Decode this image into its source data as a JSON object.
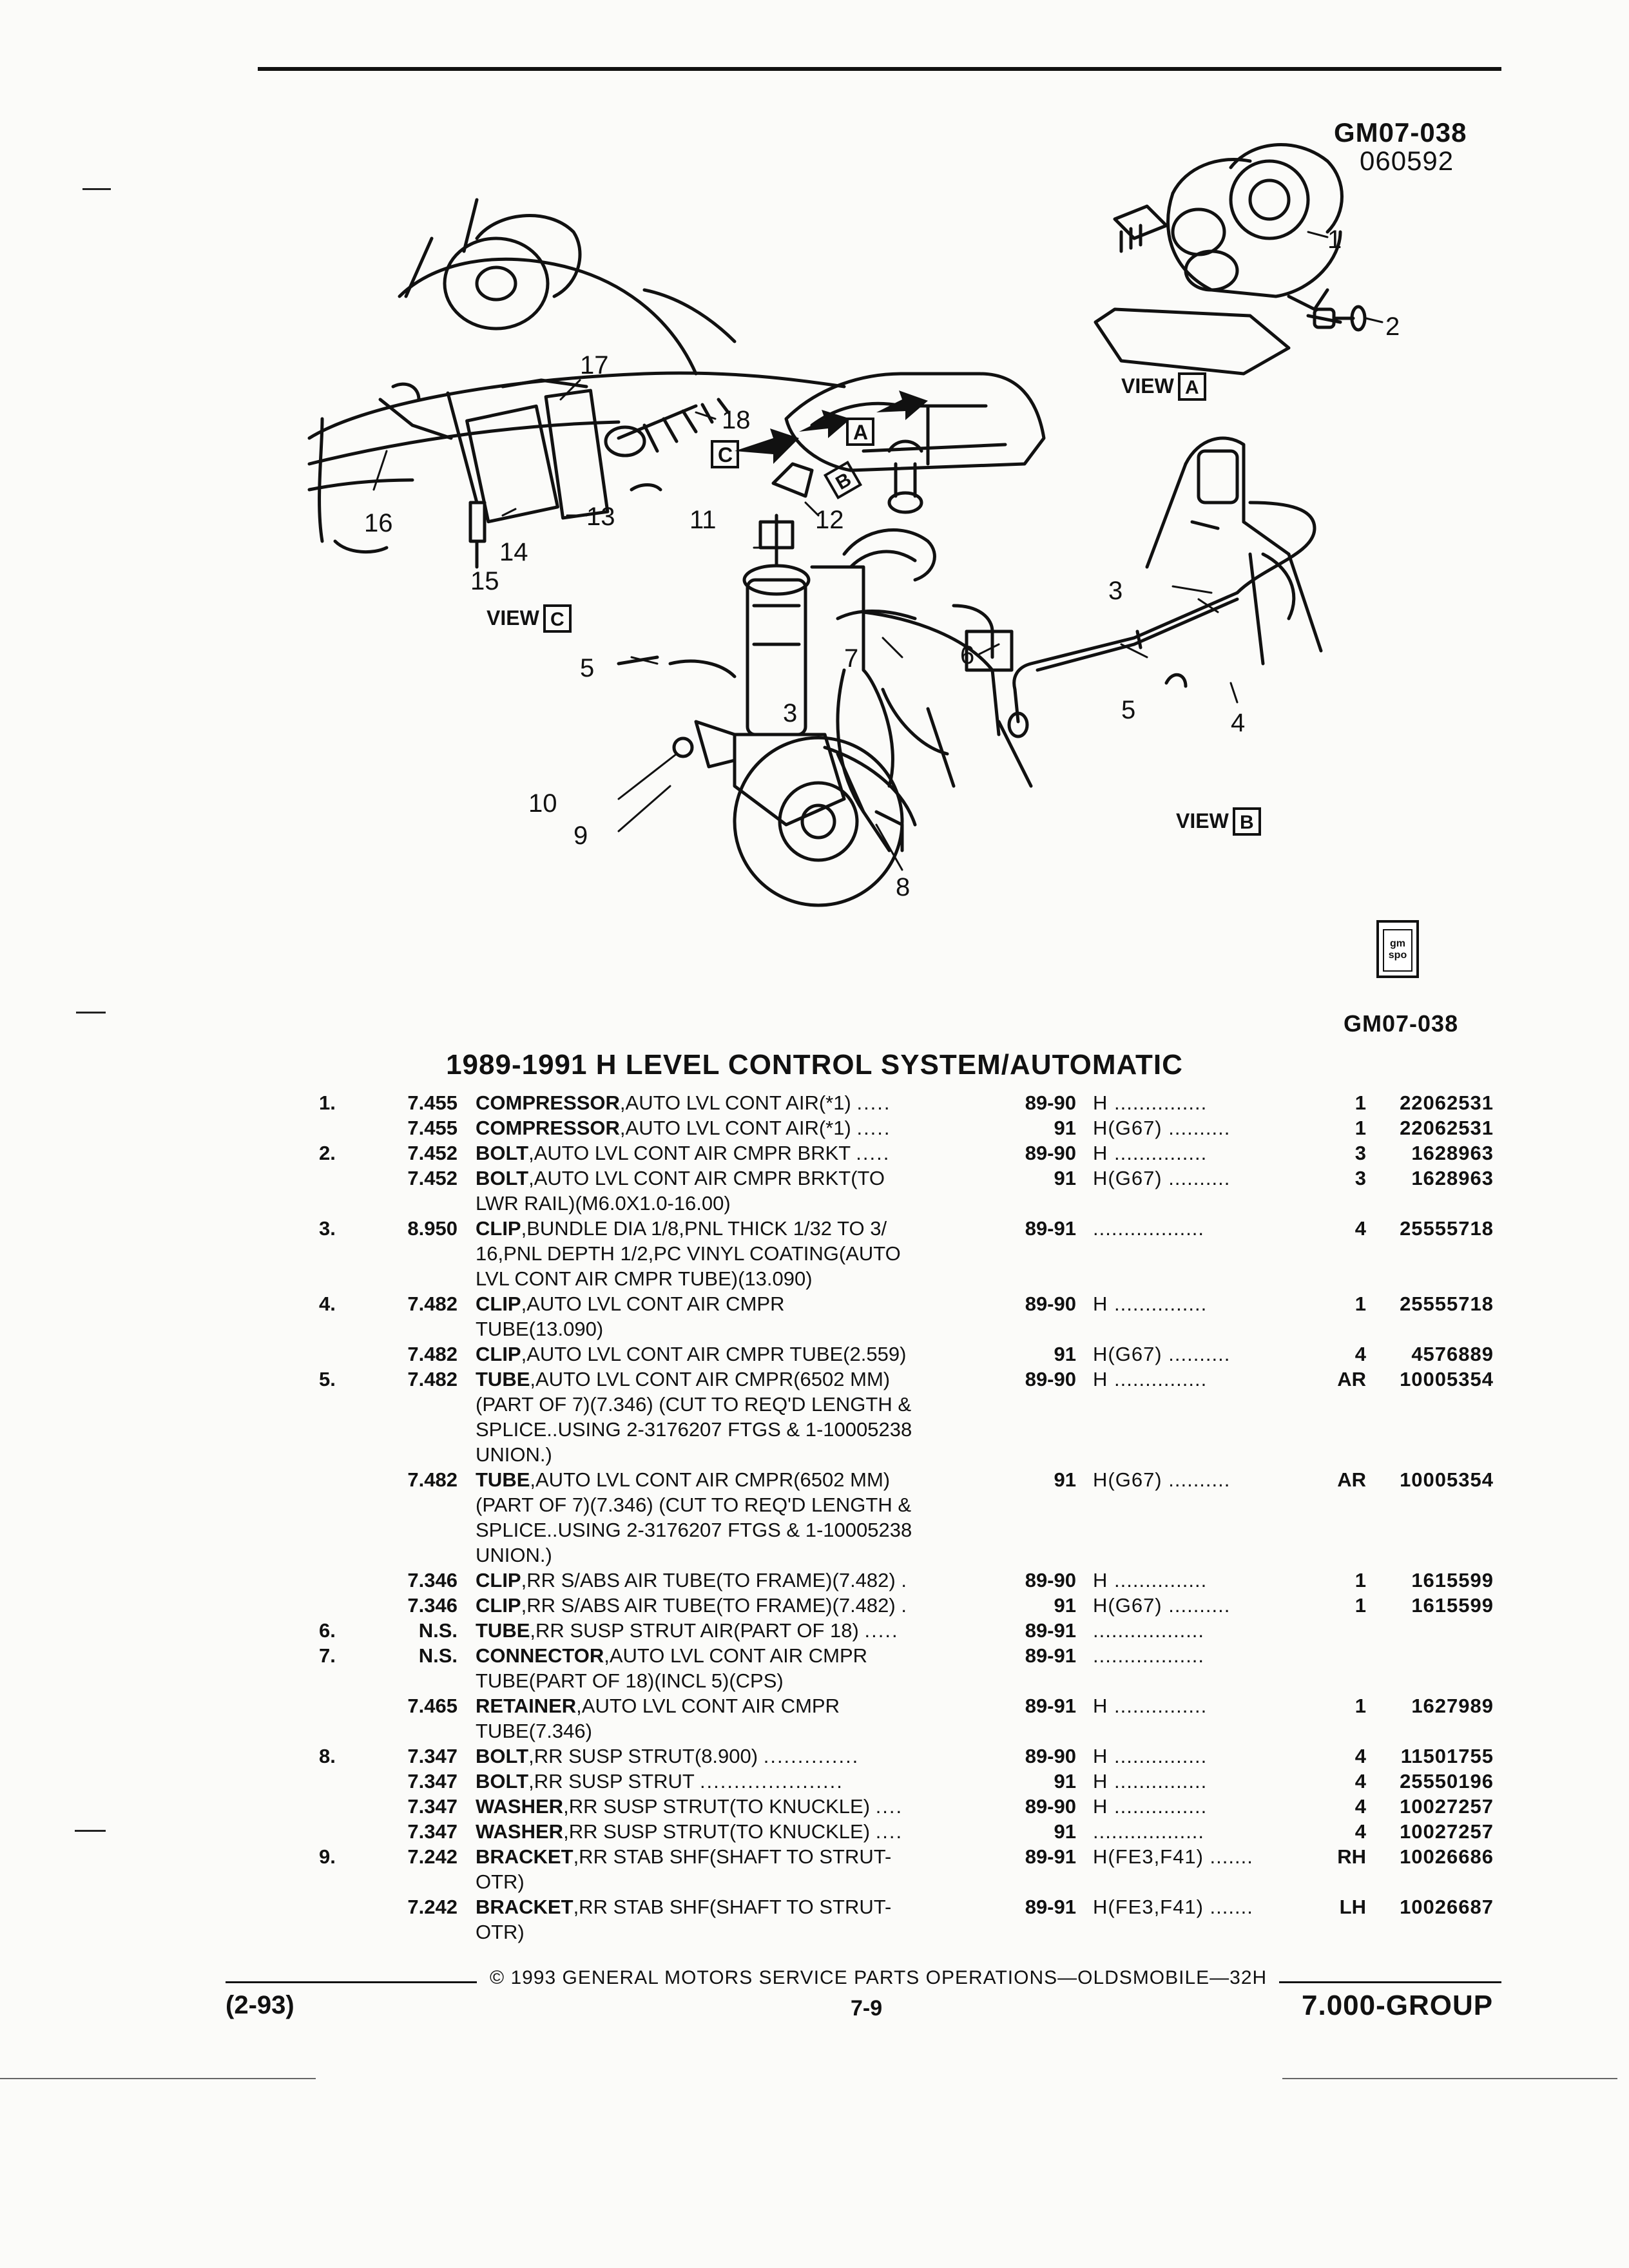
{
  "header": {
    "figure_code": "GM07-038",
    "figure_date": "060592"
  },
  "diagram": {
    "views": [
      "VIEW",
      "VIEW",
      "VIEW"
    ],
    "view_letters": [
      "A",
      "B",
      "C"
    ],
    "callouts": [
      "1",
      "2",
      "3",
      "3",
      "4",
      "5",
      "5",
      "6",
      "7",
      "8",
      "9",
      "10",
      "11",
      "12",
      "13",
      "14",
      "15",
      "16",
      "17",
      "18"
    ]
  },
  "logo_text": "gm spo",
  "figure_ref_bottom": "GM07-038",
  "section_title": "1989-1991 H LEVEL CONTROL SYSTEM/AUTOMATIC",
  "parts": [
    {
      "item": "1.",
      "group": "7.455",
      "name": "COMPRESSOR",
      "desc": ",AUTO LVL CONT AIR(*1)",
      "dots": ".....",
      "years": "89-90",
      "series": "H ...............",
      "qty": "1",
      "part": "22062531"
    },
    {
      "item": "",
      "group": "7.455",
      "name": "COMPRESSOR",
      "desc": ",AUTO LVL CONT AIR(*1)",
      "dots": ".....",
      "years": "91",
      "series": "H(G67) ..........",
      "qty": "1",
      "part": "22062531"
    },
    {
      "item": "2.",
      "group": "7.452",
      "name": "BOLT",
      "desc": ",AUTO LVL CONT AIR CMPR BRKT",
      "dots": ".....",
      "years": "89-90",
      "series": "H ...............",
      "qty": "3",
      "part": "1628963"
    },
    {
      "item": "",
      "group": "7.452",
      "name": "BOLT",
      "desc": ",AUTO LVL CONT AIR CMPR BRKT(TO",
      "dots": "",
      "years": "91",
      "series": "H(G67) ..........",
      "qty": "3",
      "part": "1628963"
    },
    {
      "item": "",
      "group": "",
      "name": "",
      "desc": "LWR RAIL)(M6.0X1.0-16.00)",
      "dots": "",
      "years": "",
      "series": "",
      "qty": "",
      "part": ""
    },
    {
      "item": "3.",
      "group": "8.950",
      "name": "CLIP",
      "desc": ",BUNDLE DIA 1/8,PNL THICK 1/32 TO 3/",
      "dots": "",
      "years": "89-91",
      "series": "..................",
      "qty": "4",
      "part": "25555718"
    },
    {
      "item": "",
      "group": "",
      "name": "",
      "desc": "16,PNL DEPTH 1/2,PC VINYL COATING(AUTO",
      "dots": "",
      "years": "",
      "series": "",
      "qty": "",
      "part": ""
    },
    {
      "item": "",
      "group": "",
      "name": "",
      "desc": "LVL CONT AIR CMPR TUBE)(13.090)",
      "dots": "",
      "years": "",
      "series": "",
      "qty": "",
      "part": ""
    },
    {
      "item": "4.",
      "group": "7.482",
      "name": "CLIP",
      "desc": ",AUTO LVL CONT AIR CMPR",
      "dots": "",
      "years": "89-90",
      "series": "H ...............",
      "qty": "1",
      "part": "25555718"
    },
    {
      "item": "",
      "group": "",
      "name": "",
      "desc": "TUBE(13.090)",
      "dots": "",
      "years": "",
      "series": "",
      "qty": "",
      "part": ""
    },
    {
      "item": "",
      "group": "7.482",
      "name": "CLIP",
      "desc": ",AUTO LVL CONT AIR CMPR TUBE(2.559)",
      "dots": "",
      "years": "91",
      "series": "H(G67) ..........",
      "qty": "4",
      "part": "4576889"
    },
    {
      "item": "5.",
      "group": "7.482",
      "name": "TUBE",
      "desc": ",AUTO LVL CONT AIR CMPR(6502 MM)",
      "dots": "",
      "years": "89-90",
      "series": "H ...............",
      "qty": "AR",
      "part": "10005354"
    },
    {
      "item": "",
      "group": "",
      "name": "",
      "desc": "(PART OF 7)(7.346) (CUT TO REQ'D LENGTH &",
      "dots": "",
      "years": "",
      "series": "",
      "qty": "",
      "part": ""
    },
    {
      "item": "",
      "group": "",
      "name": "",
      "desc": "SPLICE..USING 2-3176207 FTGS & 1-10005238",
      "dots": "",
      "years": "",
      "series": "",
      "qty": "",
      "part": ""
    },
    {
      "item": "",
      "group": "",
      "name": "",
      "desc": "UNION.)",
      "dots": "",
      "years": "",
      "series": "",
      "qty": "",
      "part": ""
    },
    {
      "item": "",
      "group": "7.482",
      "name": "TUBE",
      "desc": ",AUTO LVL CONT AIR CMPR(6502 MM)",
      "dots": "",
      "years": "91",
      "series": "H(G67) ..........",
      "qty": "AR",
      "part": "10005354"
    },
    {
      "item": "",
      "group": "",
      "name": "",
      "desc": "(PART OF 7)(7.346) (CUT TO REQ'D LENGTH &",
      "dots": "",
      "years": "",
      "series": "",
      "qty": "",
      "part": ""
    },
    {
      "item": "",
      "group": "",
      "name": "",
      "desc": "SPLICE..USING 2-3176207 FTGS & 1-10005238",
      "dots": "",
      "years": "",
      "series": "",
      "qty": "",
      "part": ""
    },
    {
      "item": "",
      "group": "",
      "name": "",
      "desc": "UNION.)",
      "dots": "",
      "years": "",
      "series": "",
      "qty": "",
      "part": ""
    },
    {
      "item": "",
      "group": "7.346",
      "name": "CLIP",
      "desc": ",RR S/ABS AIR TUBE(TO FRAME)(7.482)",
      "dots": ".",
      "years": "89-90",
      "series": "H ...............",
      "qty": "1",
      "part": "1615599"
    },
    {
      "item": "",
      "group": "7.346",
      "name": "CLIP",
      "desc": ",RR S/ABS AIR TUBE(TO FRAME)(7.482)",
      "dots": ".",
      "years": "91",
      "series": "H(G67) ..........",
      "qty": "1",
      "part": "1615599"
    },
    {
      "item": "6.",
      "group": "N.S.",
      "name": "TUBE",
      "desc": ",RR SUSP STRUT AIR(PART OF 18)",
      "dots": ".....",
      "years": "89-91",
      "series": "..................",
      "qty": "",
      "part": ""
    },
    {
      "item": "7.",
      "group": "N.S.",
      "name": "CONNECTOR",
      "desc": ",AUTO LVL CONT AIR CMPR",
      "dots": "",
      "years": "89-91",
      "series": "..................",
      "qty": "",
      "part": ""
    },
    {
      "item": "",
      "group": "",
      "name": "",
      "desc": "TUBE(PART OF 18)(INCL 5)(CPS)",
      "dots": "",
      "years": "",
      "series": "",
      "qty": "",
      "part": ""
    },
    {
      "item": "",
      "group": "7.465",
      "name": "RETAINER",
      "desc": ",AUTO LVL CONT AIR CMPR",
      "dots": "",
      "years": "89-91",
      "series": "H ...............",
      "qty": "1",
      "part": "1627989"
    },
    {
      "item": "",
      "group": "",
      "name": "",
      "desc": "TUBE(7.346)",
      "dots": "",
      "years": "",
      "series": "",
      "qty": "",
      "part": ""
    },
    {
      "item": "8.",
      "group": "7.347",
      "name": "BOLT",
      "desc": ",RR SUSP STRUT(8.900)",
      "dots": "..............",
      "years": "89-90",
      "series": "H ...............",
      "qty": "4",
      "part": "11501755"
    },
    {
      "item": "",
      "group": "7.347",
      "name": "BOLT",
      "desc": ",RR SUSP STRUT",
      "dots": ".....................",
      "years": "91",
      "series": "H ...............",
      "qty": "4",
      "part": "25550196"
    },
    {
      "item": "",
      "group": "7.347",
      "name": "WASHER",
      "desc": ",RR SUSP STRUT(TO KNUCKLE)",
      "dots": "....",
      "years": "89-90",
      "series": "H ...............",
      "qty": "4",
      "part": "10027257"
    },
    {
      "item": "",
      "group": "7.347",
      "name": "WASHER",
      "desc": ",RR SUSP STRUT(TO KNUCKLE)",
      "dots": "....",
      "years": "91",
      "series": "..................",
      "qty": "4",
      "part": "10027257"
    },
    {
      "item": "9.",
      "group": "7.242",
      "name": "BRACKET",
      "desc": ",RR STAB SHF(SHAFT TO STRUT-",
      "dots": "",
      "years": "89-91",
      "series": "H(FE3,F41) .......",
      "qty": "RH",
      "part": "10026686"
    },
    {
      "item": "",
      "group": "",
      "name": "",
      "desc": "OTR)",
      "dots": "",
      "years": "",
      "series": "",
      "qty": "",
      "part": ""
    },
    {
      "item": "",
      "group": "7.242",
      "name": "BRACKET",
      "desc": ",RR STAB SHF(SHAFT TO STRUT-",
      "dots": "",
      "years": "89-91",
      "series": "H(FE3,F41) .......",
      "qty": "LH",
      "part": "10026687"
    },
    {
      "item": "",
      "group": "",
      "name": "",
      "desc": "OTR)",
      "dots": "",
      "years": "",
      "series": "",
      "qty": "",
      "part": ""
    }
  ],
  "footer": {
    "copyright": "© 1993 GENERAL MOTORS SERVICE PARTS OPERATIONS—OLDSMOBILE—32H",
    "date_code": "(2-93)",
    "page": "7-9",
    "group": "7.000-GROUP"
  }
}
